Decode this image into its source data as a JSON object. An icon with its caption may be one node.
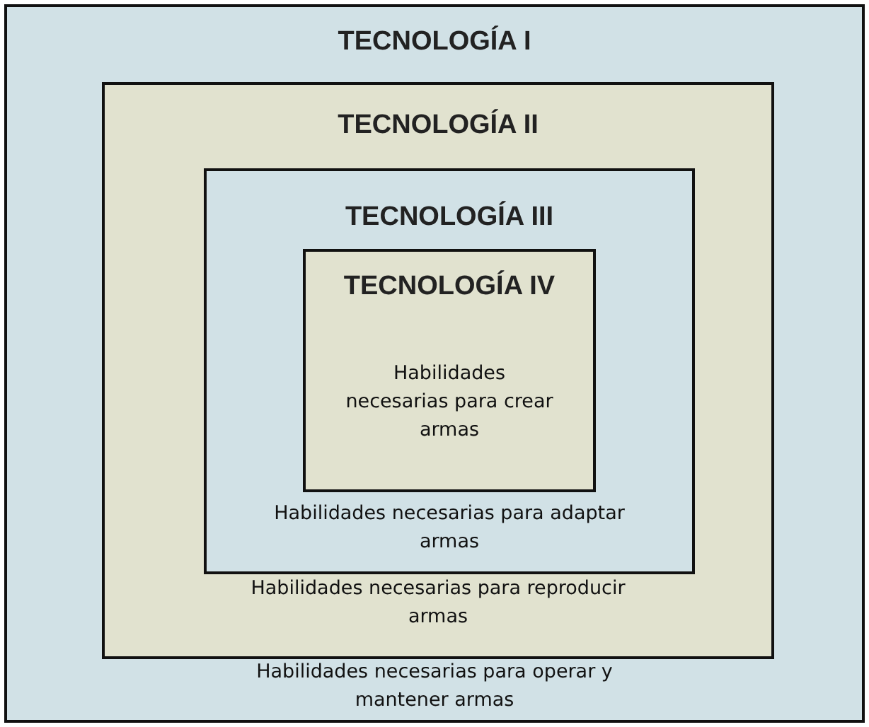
{
  "diagram": {
    "nodes": [
      {
        "text": [
          "TECNOLOGÍA I",
          "Habilidades necesarias para operar y mantener armas"
        ]
      },
      {
        "text": [
          "TECNOLOGÍA II",
          "Habilidades necesarias para reproducir armas"
        ],
        "in": 0
      },
      {
        "text": [
          "TECNOLOGÍA III",
          "Habilidades necesarias para adaptar armas"
        ],
        "in": 1
      },
      {
        "text": [
          "TECNOLOGÍA IV",
          "Habilidades necesarias para crear armas"
        ],
        "in": 2
      }
    ]
  }
}
